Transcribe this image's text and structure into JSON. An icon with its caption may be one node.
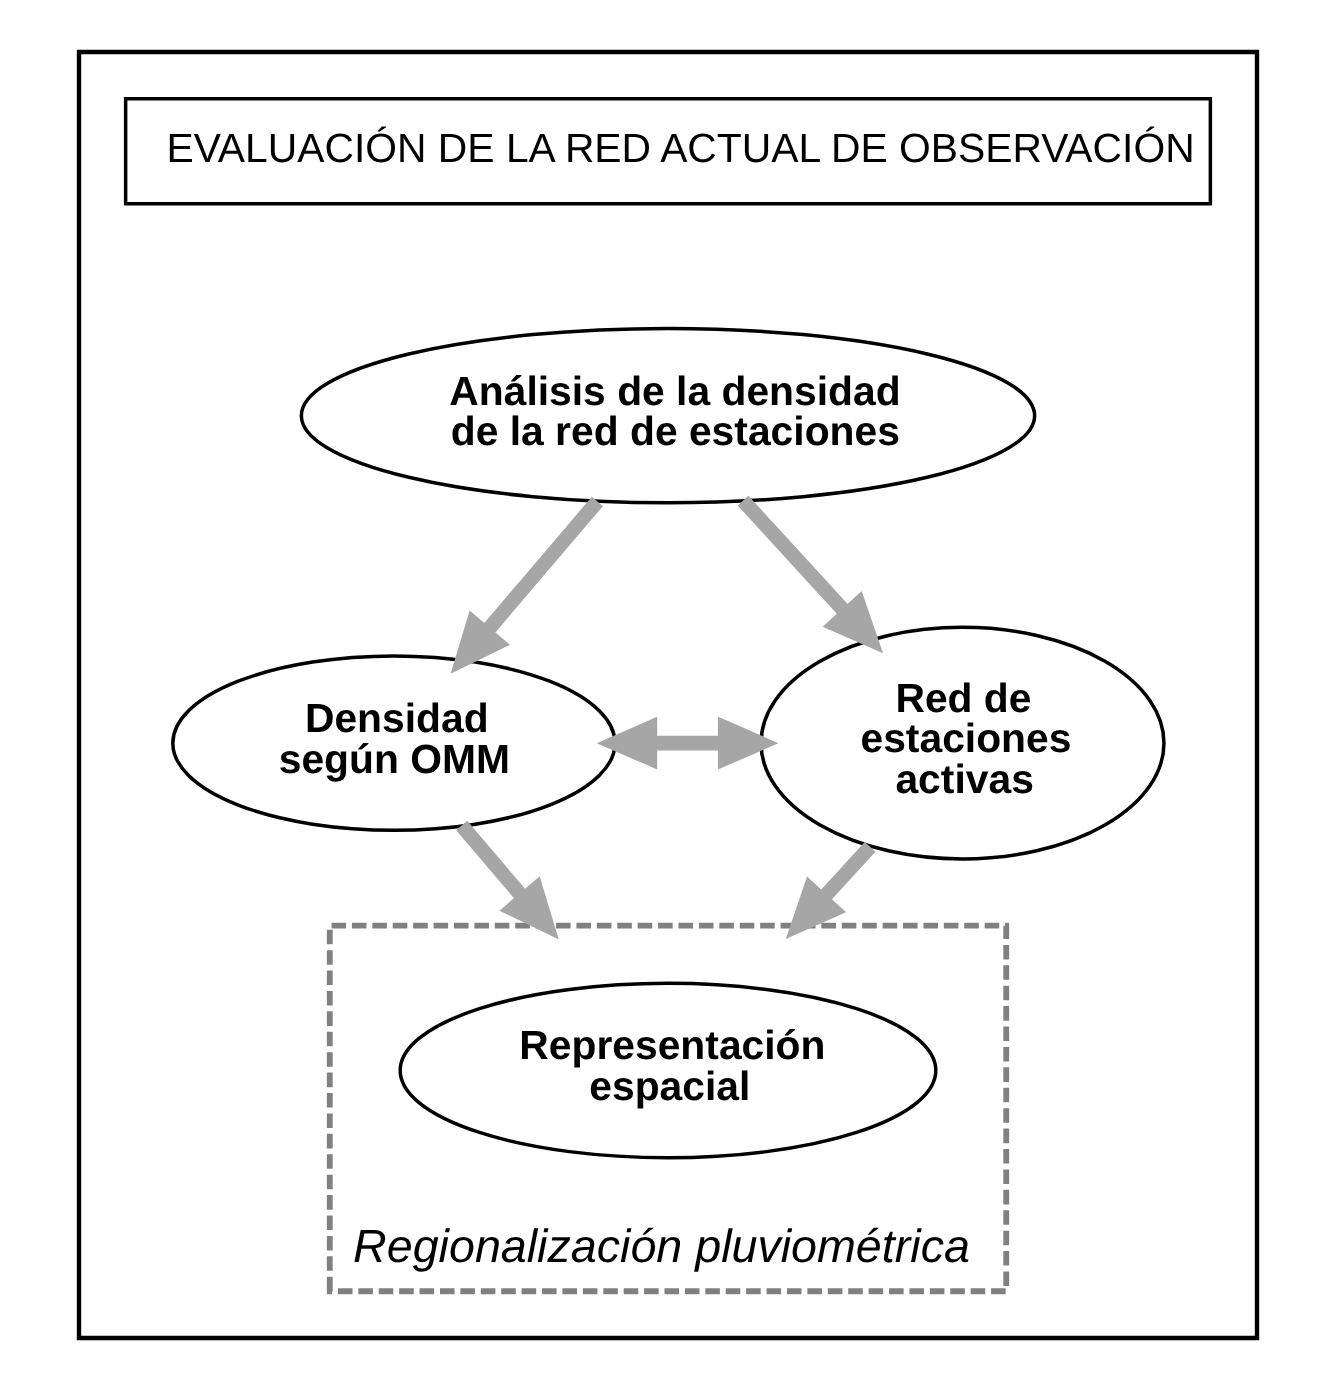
{
  "diagram": {
    "nodes": [
      {
        "text": [],
        "shape": "box"
      },
      {
        "text": [
          "EVALUACIÓN DE LA RED ACTUAL DE OBSERVACIÓN"
        ],
        "in": 0
      },
      {
        "text": [
          "Análisis de la densidad de la red de estaciones"
        ],
        "in": 0
      },
      {
        "text": [
          "Densidad según OMM"
        ],
        "in": 0
      },
      {
        "text": [
          "Red de estaciones activas"
        ],
        "in": 0
      },
      {
        "text": [
          "Regionalización pluviométrica"
        ],
        "in": 0
      },
      {
        "text": [
          "Representación espacial"
        ],
        "in": 5
      }
    ],
    "edges": [
      {
        "from": 2,
        "to": 3,
        "arrow": "to"
      },
      {
        "from": 2,
        "to": 4,
        "arrow": "to"
      },
      {
        "from": 3,
        "to": 4,
        "arrow": "both"
      },
      {
        "from": 3,
        "to": 5,
        "arrow": "to"
      },
      {
        "from": 4,
        "to": 5,
        "arrow": "to"
      }
    ]
  }
}
